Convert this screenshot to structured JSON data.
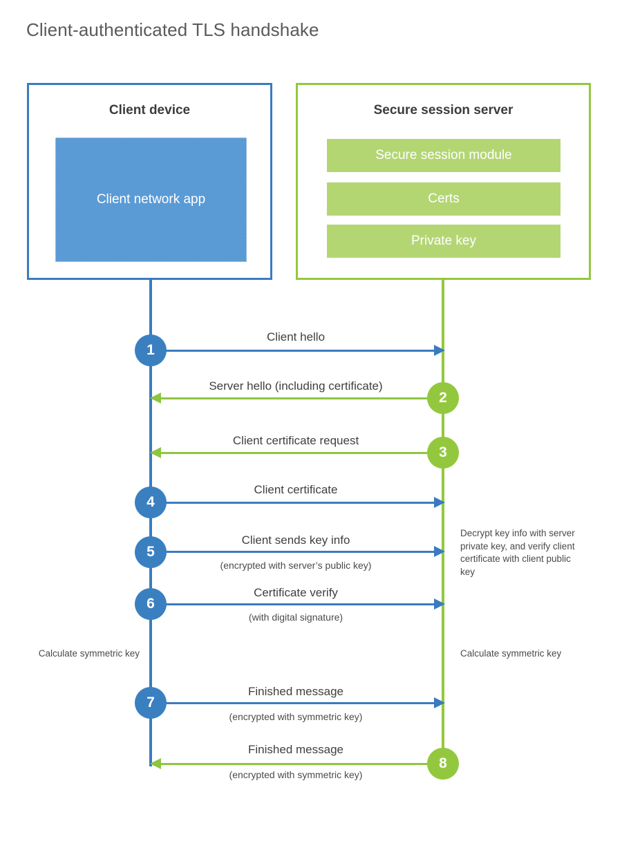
{
  "title": "Client-authenticated TLS handshake",
  "colors": {
    "client_blue_border": "#3a7bbf",
    "client_blue_fill": "#5b9bd5",
    "client_circle": "#3a80c1",
    "server_green_border": "#93c83e",
    "server_green_fill": "#b3d673",
    "server_arrow_green": "#8dc63f",
    "text_dark": "#3c3c3c",
    "title_gray": "#5a5a5a",
    "background": "#ffffff"
  },
  "parties": {
    "client": {
      "title": "Client device",
      "app_label": "Client network app"
    },
    "server": {
      "title": "Secure session server",
      "modules": [
        "Secure session module",
        "Certs",
        "Private key"
      ]
    }
  },
  "steps": [
    {
      "number": "1",
      "direction": "client-to-server",
      "label": "Client hello",
      "sublabel": ""
    },
    {
      "number": "2",
      "direction": "server-to-client",
      "label": "Server hello (including certificate)",
      "sublabel": ""
    },
    {
      "number": "3",
      "direction": "server-to-client",
      "label": "Client certificate request",
      "sublabel": ""
    },
    {
      "number": "4",
      "direction": "client-to-server",
      "label": "Client certificate",
      "sublabel": ""
    },
    {
      "number": "5",
      "direction": "client-to-server",
      "label": "Client sends key info",
      "sublabel": "(encrypted with server’s public key)"
    },
    {
      "number": "6",
      "direction": "client-to-server",
      "label": "Certificate verify",
      "sublabel": "(with digital signature)"
    },
    {
      "number": "7",
      "direction": "client-to-server",
      "label": "Finished message",
      "sublabel": "(encrypted with symmetric key)"
    },
    {
      "number": "8",
      "direction": "server-to-client",
      "label": "Finished message",
      "sublabel": "(encrypted with symmetric key)"
    }
  ],
  "annotations": {
    "server_decrypt": "Decrypt key info with server private key, and verify client certificate with client public key",
    "client_calculate": "Calculate symmetric key",
    "server_calculate": "Calculate symmetric key"
  }
}
